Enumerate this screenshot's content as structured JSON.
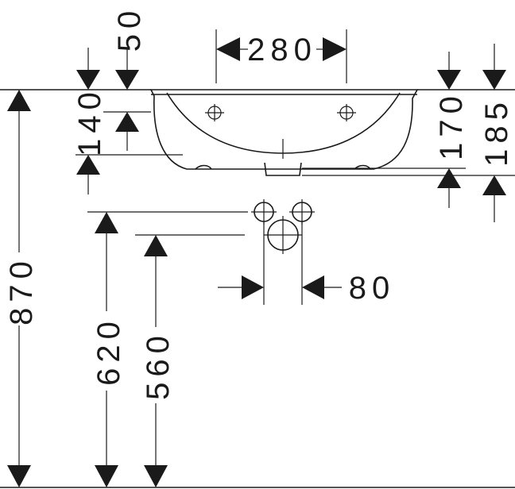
{
  "dimensions": {
    "width_top": "280",
    "offset_top": "50",
    "rim_to_hole": "140",
    "depth_170": "170",
    "depth_185": "185",
    "total_height": "870",
    "supply_height": "620",
    "drain_height": "560",
    "supply_spacing": "80"
  }
}
